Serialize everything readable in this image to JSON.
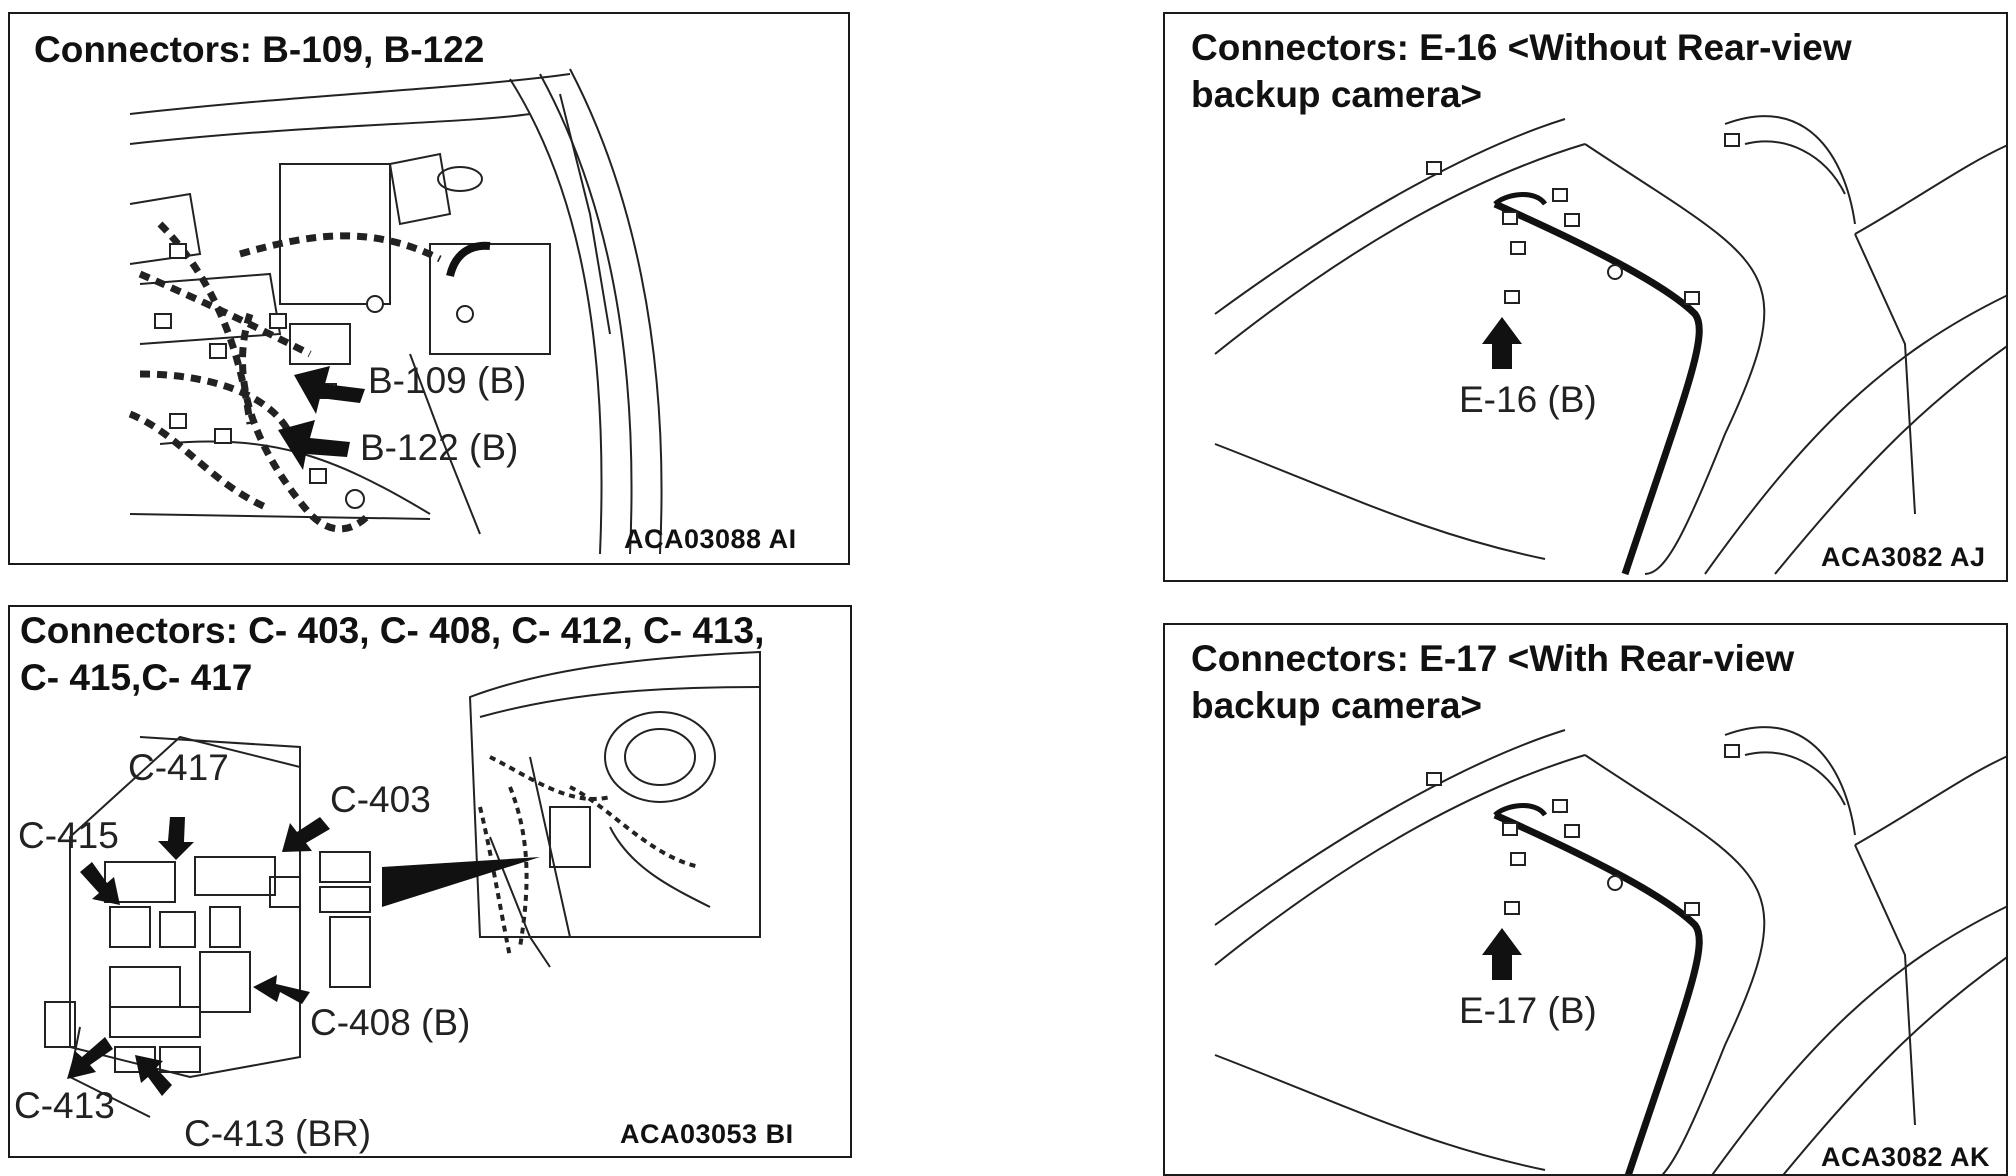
{
  "panel_b": {
    "title": "Connectors: B-109, B-122",
    "labels": [
      "B-109 (B)",
      "B-122 (B)"
    ],
    "code": "ACA03088 AI"
  },
  "panel_c": {
    "title": "Connectors: C- 403, C- 408, C- 412, C- 413,\nC- 415,C- 417",
    "labels": [
      "C-417",
      "C-403",
      "C-415",
      "C-408 (B)",
      "C-413",
      "C-413 (BR)"
    ],
    "code": "ACA03053 BI"
  },
  "panel_e16": {
    "title": "Connectors: E-16 <Without Rear-view\nbackup camera>",
    "label": "E-16 (B)",
    "code": "ACA3082 AJ"
  },
  "panel_e17": {
    "title": "Connectors: E-17 <With Rear-view\nbackup camera>",
    "label": "E-17 (B)",
    "code": "ACA3082 AK"
  }
}
